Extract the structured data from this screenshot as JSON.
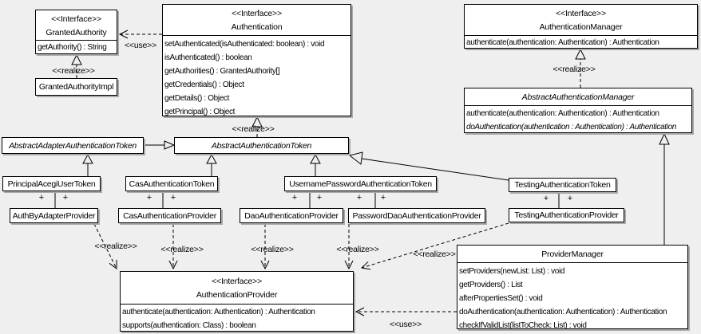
{
  "labels": {
    "interface_stereotype": "<<Interface>>",
    "use": "<<use>>",
    "realize": "<<realize>>",
    "plus": "+"
  },
  "colors": {
    "background": "#efefef",
    "box_fill": "#ffffff",
    "box_border": "#000000",
    "box_shadow": "#a9a9a9",
    "line": "#000000"
  },
  "classes": {
    "granted_authority": {
      "stereotype": "<<Interface>>",
      "name": "GrantedAuthority",
      "methods": [
        "getAuthority() : String"
      ]
    },
    "granted_authority_impl": {
      "name": "GrantedAuthorityImpl"
    },
    "authentication": {
      "stereotype": "<<Interface>>",
      "name": "Authentication",
      "methods": [
        "setAuthenticated(isAuthenticated: boolean) : void",
        "isAuthenticated() : boolean",
        "getAuthorities() : GrantedAuthority[]",
        "getCredentials() : Object",
        "getDetails() : Object",
        "getPrincipal() : Object"
      ]
    },
    "authentication_manager": {
      "stereotype": "<<Interface>>",
      "name": "AuthenticationManager",
      "methods": [
        "authenticate(authentication: Authentication) : Authentication"
      ]
    },
    "abstract_authentication_manager": {
      "name": "AbstractAuthenticationManager",
      "abstract": true,
      "methods": [
        "authenticate(authentication: Authentication) : Authentication",
        "doAuthentication(authentication : Authentication) : Authentication"
      ]
    },
    "abstract_adapter_authentication_token": {
      "name": "AbstractAdapterAuthenticationToken",
      "abstract": true
    },
    "abstract_authentication_token": {
      "name": "AbstractAuthenticationToken",
      "abstract": true
    },
    "principal_acegi_user_token": {
      "name": "PrincipalAcegiUserToken"
    },
    "cas_authentication_token": {
      "name": "CasAuthenticationToken"
    },
    "username_password_authentication_token": {
      "name": "UsernamePasswordAuthenticationToken"
    },
    "testing_authentication_token": {
      "name": "TestingAuthenticationToken"
    },
    "auth_by_adapter_provider": {
      "name": "AuthByAdapterProvider"
    },
    "cas_authentication_provider": {
      "name": "CasAuthenticationProvider"
    },
    "dao_authentication_provider": {
      "name": "DaoAuthenticationProvider"
    },
    "password_dao_authentication_provider": {
      "name": "PasswordDaoAuthenticationProvider"
    },
    "testing_authentication_provider": {
      "name": "TestingAuthenticationProvider"
    },
    "provider_manager": {
      "name": "ProviderManager",
      "methods": [
        "setProviders(newList: List) : void",
        "getProviders() : List",
        "afterPropertiesSet() : void",
        "doAuthentication(authentication: Authentication) : Authentication",
        "checkIfValidList(listToCheck: List) : void"
      ]
    },
    "authentication_provider": {
      "stereotype": "<<Interface>>",
      "name": "AuthenticationProvider",
      "methods": [
        "authenticate(authentication: Authentication) : Authentication",
        "supports(authentication: Class) : boolean"
      ]
    }
  },
  "relationships": [
    {
      "from": "Authentication",
      "to": "GrantedAuthority",
      "type": "use",
      "label": "<<use>>"
    },
    {
      "from": "GrantedAuthorityImpl",
      "to": "GrantedAuthority",
      "type": "realize",
      "label": "<<realize>>"
    },
    {
      "from": "AbstractAuthenticationToken",
      "to": "Authentication",
      "type": "realize",
      "label": "<<realize>>"
    },
    {
      "from": "AbstractAuthenticationManager",
      "to": "AuthenticationManager",
      "type": "realize",
      "label": "<<realize>>"
    },
    {
      "from": "AbstractAdapterAuthenticationToken",
      "to": "AbstractAuthenticationToken",
      "type": "generalization"
    },
    {
      "from": "PrincipalAcegiUserToken",
      "to": "AbstractAdapterAuthenticationToken",
      "type": "generalization"
    },
    {
      "from": "CasAuthenticationToken",
      "to": "AbstractAuthenticationToken",
      "type": "generalization"
    },
    {
      "from": "UsernamePasswordAuthenticationToken",
      "to": "AbstractAuthenticationToken",
      "type": "generalization"
    },
    {
      "from": "TestingAuthenticationToken",
      "to": "AbstractAuthenticationToken",
      "type": "generalization"
    },
    {
      "from": "ProviderManager",
      "to": "AbstractAuthenticationManager",
      "type": "generalization"
    },
    {
      "from": "PrincipalAcegiUserToken",
      "to": "AuthByAdapterProvider",
      "type": "association",
      "end_labels": [
        "+",
        "+"
      ]
    },
    {
      "from": "CasAuthenticationToken",
      "to": "CasAuthenticationProvider",
      "type": "association",
      "end_labels": [
        "+",
        "+"
      ]
    },
    {
      "from": "UsernamePasswordAuthenticationToken",
      "to": "DaoAuthenticationProvider",
      "type": "association",
      "end_labels": [
        "+",
        "+"
      ]
    },
    {
      "from": "UsernamePasswordAuthenticationToken",
      "to": "PasswordDaoAuthenticationProvider",
      "type": "association",
      "end_labels": [
        "+",
        "+"
      ]
    },
    {
      "from": "TestingAuthenticationToken",
      "to": "TestingAuthenticationProvider",
      "type": "association",
      "end_labels": [
        "+",
        "+"
      ]
    },
    {
      "from": "AuthByAdapterProvider",
      "to": "AuthenticationProvider",
      "type": "realize",
      "label": "<<realize>>"
    },
    {
      "from": "CasAuthenticationProvider",
      "to": "AuthenticationProvider",
      "type": "realize",
      "label": "<<realize>>"
    },
    {
      "from": "DaoAuthenticationProvider",
      "to": "AuthenticationProvider",
      "type": "realize",
      "label": "<<realize>>"
    },
    {
      "from": "PasswordDaoAuthenticationProvider",
      "to": "AuthenticationProvider",
      "type": "realize",
      "label": "<<realize>>"
    },
    {
      "from": "TestingAuthenticationProvider",
      "to": "AuthenticationProvider",
      "type": "realize",
      "label": "<<realize>>"
    },
    {
      "from": "ProviderManager",
      "to": "AuthenticationProvider",
      "type": "use",
      "label": "<<use>>"
    }
  ]
}
